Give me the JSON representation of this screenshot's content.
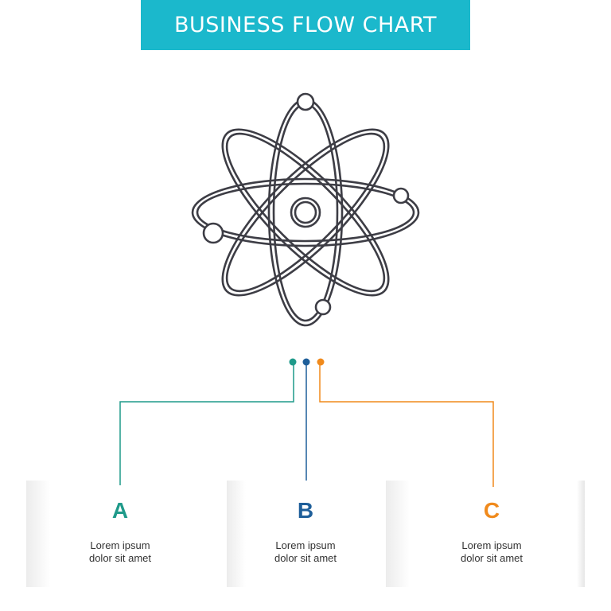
{
  "title": "BUSINESS FLOW CHART",
  "colors": {
    "banner": "#1bb8cc",
    "icon_stroke": "#3d3d45",
    "step_a": "#1f9a8a",
    "step_b": "#1f5f9a",
    "step_c": "#f08a1c"
  },
  "icon": "atom-icon",
  "steps": [
    {
      "letter": "A",
      "line1": "Lorem ipsum",
      "line2": "dolor sit amet"
    },
    {
      "letter": "B",
      "line1": "Lorem ipsum",
      "line2": "dolor sit amet"
    },
    {
      "letter": "C",
      "line1": "Lorem ipsum",
      "line2": "dolor sit amet"
    }
  ]
}
